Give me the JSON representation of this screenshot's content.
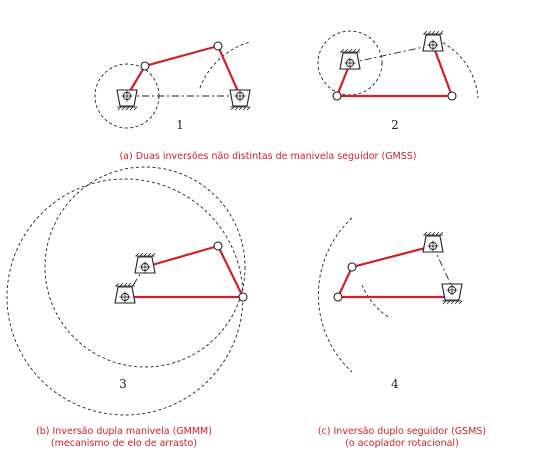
{
  "figure_numbers": [
    "1",
    "2",
    "3",
    "4"
  ],
  "captions": {
    "a": "(a) Duas inversões não distintas de manivela seguidor (GMSS)",
    "b_line1": "(b) Inversão dupla manivela (GMMM)",
    "b_line2": "(mecanismo de elo de arrasto)",
    "c_line1": "(c) Inversão duplo seguidor (GSMS)",
    "c_line2": "(o acoplador rotacional)"
  },
  "colors": {
    "link": "#d0202a",
    "caption": "#d0202a",
    "line": "#222222"
  }
}
